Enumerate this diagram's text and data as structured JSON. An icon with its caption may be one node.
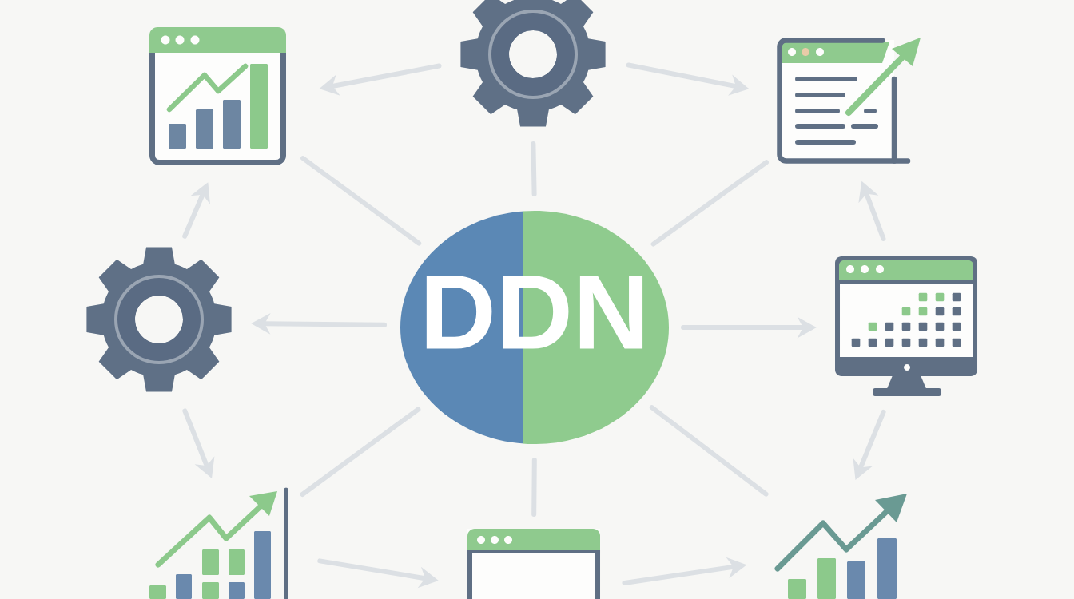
{
  "diagram": {
    "nodes": [
      {
        "text": [],
        "shape": "picture"
      },
      {
        "text": [],
        "shape": "picture"
      },
      {
        "text": [],
        "shape": "picture"
      },
      {
        "text": [],
        "shape": "picture"
      },
      {
        "text": [
          "DDN"
        ]
      },
      {
        "text": [],
        "shape": "picture"
      },
      {
        "text": [],
        "shape": "picture"
      },
      {
        "text": [],
        "shape": "picture"
      },
      {
        "text": [],
        "shape": "picture"
      }
    ],
    "edges": [
      {
        "from": 4,
        "to": 3,
        "arrow": "to"
      },
      {
        "from": 4,
        "to": 5,
        "arrow": "to"
      },
      {
        "from": 1,
        "to": 0,
        "arrow": "to"
      },
      {
        "from": 1,
        "to": 2,
        "arrow": "to"
      },
      {
        "from": 3,
        "to": 0,
        "arrow": "to"
      },
      {
        "from": 3,
        "to": 6,
        "arrow": "to"
      },
      {
        "from": 5,
        "to": 2,
        "arrow": "to"
      },
      {
        "from": 5,
        "to": 8,
        "arrow": "to"
      },
      {
        "from": 6,
        "to": 7,
        "arrow": "to"
      },
      {
        "from": 7,
        "to": 8,
        "arrow": "to"
      },
      {
        "from": 4,
        "to": 1,
        "arrow": "none"
      },
      {
        "from": 4,
        "to": 0,
        "arrow": "none"
      },
      {
        "from": 4,
        "to": 2,
        "arrow": "none"
      },
      {
        "from": 4,
        "to": 6,
        "arrow": "none"
      },
      {
        "from": 4,
        "to": 8,
        "arrow": "none"
      },
      {
        "from": 4,
        "to": 7,
        "arrow": "none"
      }
    ]
  }
}
